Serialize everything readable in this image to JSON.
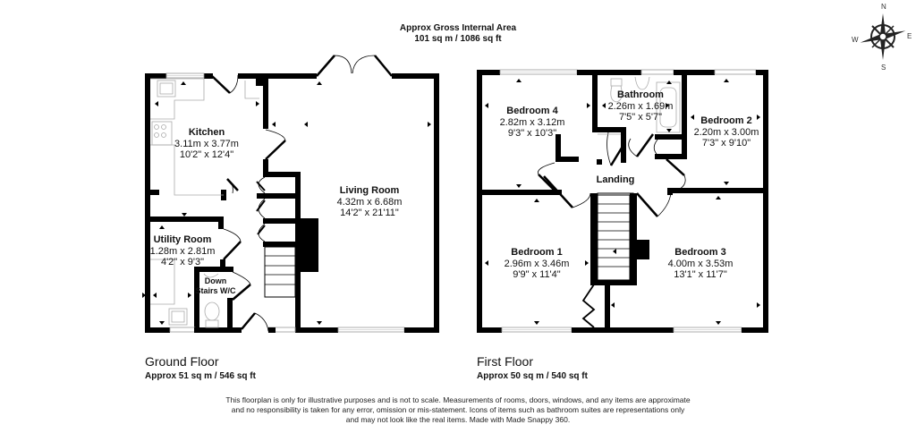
{
  "header": {
    "title_line1": "Approx Gross Internal Area",
    "title_line2": "101 sq m / 1086 sq ft"
  },
  "compass": {
    "icon": "compass-rose-icon",
    "north": "N",
    "east": "E",
    "south": "S",
    "west": "W"
  },
  "ground_floor": {
    "name": "Ground Floor",
    "area": "Approx 51 sq m / 546 sq ft",
    "rooms": [
      {
        "name": "Kitchen",
        "metric": "3.11m x 3.77m",
        "imperial": "10'2\" x 12'4\""
      },
      {
        "name": "Living Room",
        "metric": "4.32m x 6.68m",
        "imperial": "14'2\" x 21'11\""
      },
      {
        "name": "Utility Room",
        "metric": "1.28m x 2.81m",
        "imperial": "4'2\" x 9'3\""
      },
      {
        "name_line1": "Down",
        "name_line2": "Stairs W/C"
      }
    ]
  },
  "first_floor": {
    "name": "First Floor",
    "area": "Approx 50 sq m / 540 sq ft",
    "rooms": [
      {
        "name": "Bedroom 4",
        "metric": "2.82m x 3.12m",
        "imperial": "9'3\" x 10'3\""
      },
      {
        "name": "Bathroom",
        "metric": "2.26m x 1.69m",
        "imperial": "7'5\" x 5'7\""
      },
      {
        "name": "Bedroom 2",
        "metric": "2.20m x 3.00m",
        "imperial": "7'3\" x 9'10\""
      },
      {
        "name": "Landing"
      },
      {
        "name": "Bedroom 1",
        "metric": "2.96m x 3.46m",
        "imperial": "9'9\" x 11'4\""
      },
      {
        "name": "Bedroom 3",
        "metric": "4.00m x 3.53m",
        "imperial": "13'1\" x 11'7\""
      }
    ]
  },
  "footer": {
    "disclaimer": "This floorplan is only for illustrative purposes and is not to scale. Measurements of rooms, doors, windows, and any items are approximate and no responsibility is taken for any error, omission or mis-statement. Icons of items such as bathroom suites are representations only and may not look like the real items. Made with Made Snappy 360."
  },
  "colors": {
    "wall": "#000000",
    "fixture": "#bbbbbb",
    "background": "#ffffff"
  }
}
